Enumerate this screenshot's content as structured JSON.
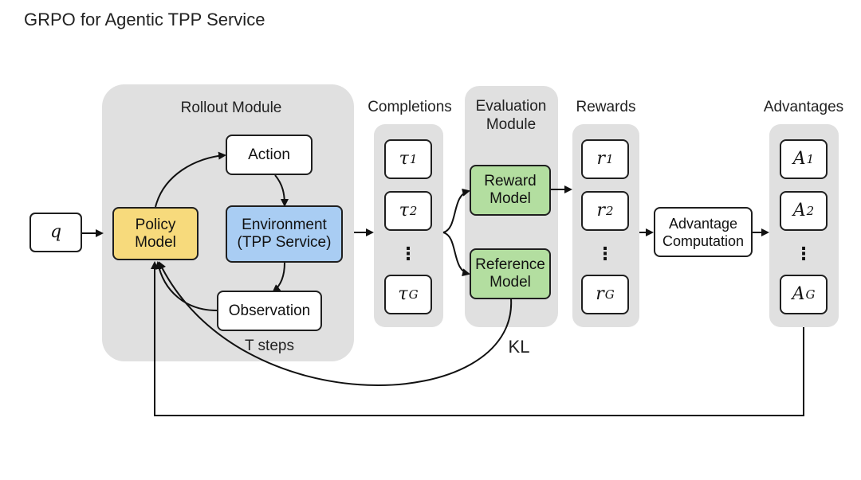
{
  "title": "GRPO for Agentic TPP Service",
  "input": "q",
  "rollout": {
    "label": "Rollout Module",
    "policy": "Policy Model",
    "action": "Action",
    "environment_line1": "Environment",
    "environment_line2": "(TPP Service)",
    "observation": "Observation",
    "steps": "T steps"
  },
  "completions": {
    "label": "Completions",
    "first": "τ",
    "first_sub": "1",
    "second": "τ",
    "second_sub": "2",
    "last": "τ",
    "last_sub": "G",
    "ellipsis": "⋮"
  },
  "evaluation": {
    "label_line1": "Evaluation",
    "label_line2": "Module",
    "reward_model": "Reward Model",
    "reference_model": "Reference Model"
  },
  "rewards": {
    "label": "Rewards",
    "first": "r",
    "first_sub": "1",
    "second": "r",
    "second_sub": "2",
    "last": "r",
    "last_sub": "G",
    "ellipsis": "⋮"
  },
  "advantage_computation": "Advantage Computation",
  "advantages": {
    "label": "Advantages",
    "first": "A",
    "first_sub": "1",
    "second": "A",
    "second_sub": "2",
    "last": "A",
    "last_sub": "G",
    "ellipsis": "⋮"
  },
  "kl_label": "KL",
  "colors": {
    "policy": "#f7da7c",
    "environment": "#a9cdf3",
    "models": "#b3dea0",
    "panel": "#e0e0e0"
  }
}
